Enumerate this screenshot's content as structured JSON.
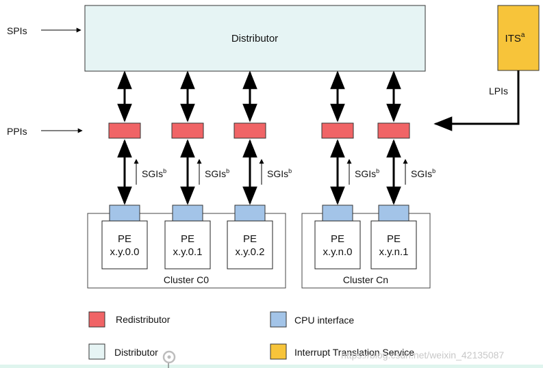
{
  "colors": {
    "distributor": "#e6f4f4",
    "redistributor": "#f06466",
    "cpu_interface": "#a3c4e8",
    "its": "#f7c43a",
    "line": "#000000"
  },
  "distributor": {
    "label": "Distributor"
  },
  "its": {
    "label": "ITS",
    "sup": "a"
  },
  "inputs": {
    "spis": "SPIs",
    "ppis": "PPIs",
    "lpis": "LPIs"
  },
  "sgi": {
    "label": "SGIs",
    "sup": "b"
  },
  "pe_title": "PE",
  "clusters": [
    {
      "label": "Cluster C0",
      "pes": [
        "x.y.0.0",
        "x.y.0.1",
        "x.y.0.2"
      ]
    },
    {
      "label": "Cluster Cn",
      "pes": [
        "x.y.n.0",
        "x.y.n.1"
      ]
    }
  ],
  "legend": {
    "redistributor": "Redistributor",
    "cpu_interface": "CPU interface",
    "distributor": "Distributor",
    "its": "Interrupt Translation Service"
  },
  "watermark": "https://blog.csdn.net/weixin_42135087"
}
